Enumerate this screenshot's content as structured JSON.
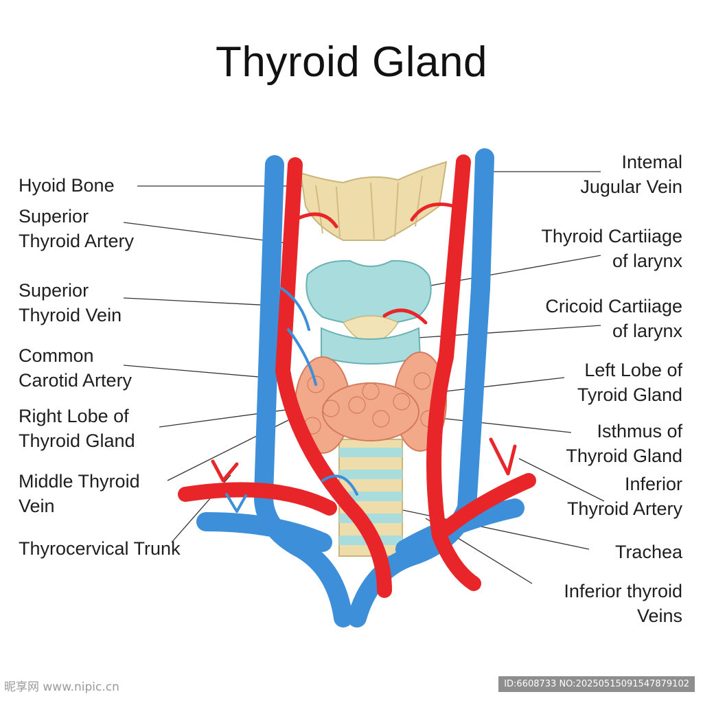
{
  "title": "Thyroid Gland",
  "labels": {
    "hyoid_bone": [
      "Hyoid Bone"
    ],
    "superior_thyroid_artery": [
      "Superior",
      "Thyroid Artery"
    ],
    "superior_thyroid_vein": [
      "Superior",
      "Thyroid Vein"
    ],
    "common_carotid_artery": [
      "Common",
      "Carotid Artery"
    ],
    "right_lobe": [
      "Right Lobe of",
      "Thyroid Gland"
    ],
    "middle_thyroid_vein": [
      "Middle Thyroid",
      "Vein"
    ],
    "thyrocervical_trunk": [
      "Thyrocervical Trunk"
    ],
    "internal_jugular_vein": [
      "Intemal",
      "Jugular Vein"
    ],
    "thyroid_cartilage": [
      "Thyroid Cartiiage",
      "of larynx"
    ],
    "cricoid_cartilage": [
      "Cricoid Cartiiage",
      "of larynx"
    ],
    "left_lobe": [
      "Left Lobe of",
      "Tyroid Gland"
    ],
    "isthmus": [
      "Isthmus of",
      "Thyroid Gland"
    ],
    "inferior_thyroid_artery": [
      "Inferior",
      "Thyroid Artery"
    ],
    "trachea": [
      "Trachea"
    ],
    "inferior_thyroid_veins": [
      "Inferior thyroid",
      "Veins"
    ]
  },
  "watermark": {
    "left": "昵享网 www.nipic.cn",
    "right": "ID:6608733 NO:20250515091547879102"
  },
  "colors": {
    "artery": "#e8262a",
    "vein": "#3c8fd8",
    "thyroid": "#f2a98a",
    "cartilage": "#a9dcdc",
    "hyoid": "#eedcab"
  }
}
